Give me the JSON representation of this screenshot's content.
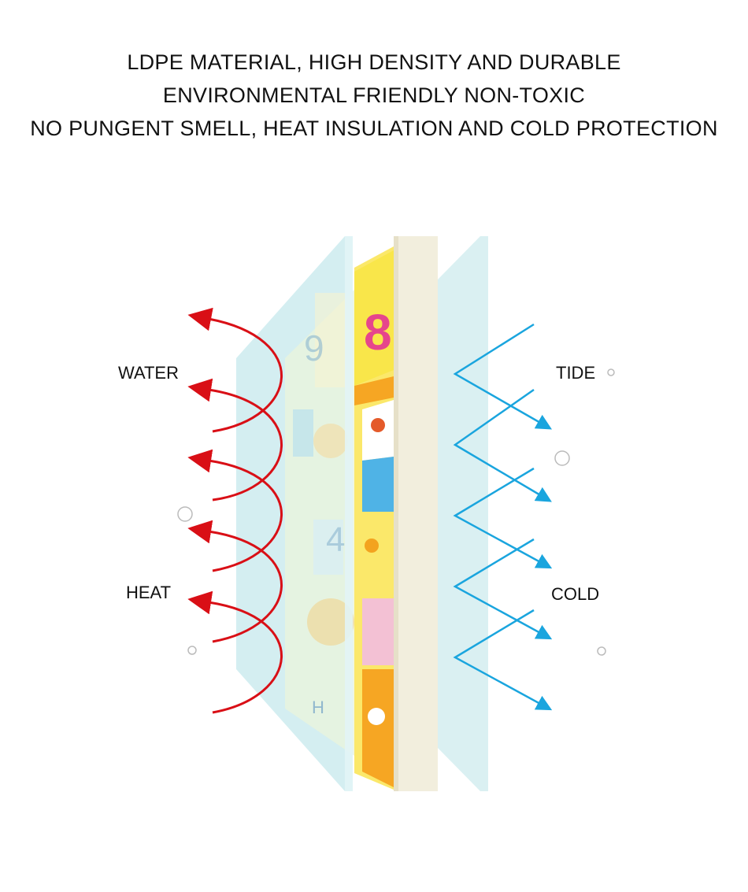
{
  "headlines": [
    "LDPE MATERIAL, HIGH DENSITY AND DURABLE",
    "ENVIRONMENTAL FRIENDLY NON-TOXIC",
    "NO PUNGENT SMELL, HEAT INSULATION AND COLD PROTECTION"
  ],
  "labels": {
    "water": "WATER",
    "heat": "HEAT",
    "tide": "TIDE",
    "cold": "COLD"
  },
  "mat_tiles": {
    "top_number": "8",
    "back_number_1": "9",
    "back_number_2": "4",
    "back_letter": "H"
  },
  "colors": {
    "warm_arrow": "#d90f16",
    "cold_arrow": "#1aa5de",
    "glass": "#bfe6ea",
    "foam": "#f2eedd"
  }
}
